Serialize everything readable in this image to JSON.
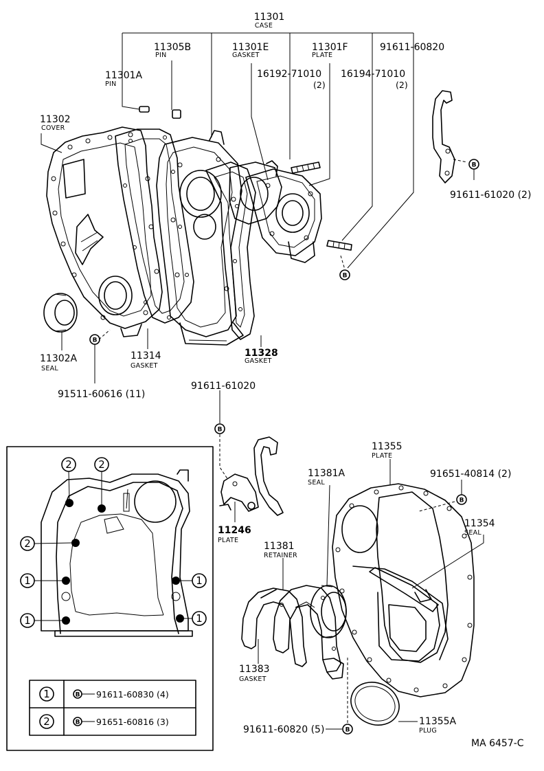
{
  "bolt_symbol": "B",
  "labels": {
    "case": {
      "num": "11301",
      "name": "CASE"
    },
    "pin_b": {
      "num": "11305B",
      "name": "PIN"
    },
    "gasket_e": {
      "num": "11301E",
      "name": "GASKET"
    },
    "plate_f": {
      "num": "11301F",
      "name": "PLATE"
    },
    "bolt_top": {
      "num": "91611-60820"
    },
    "pin_a": {
      "num": "11301A",
      "name": "PIN"
    },
    "stud1": {
      "num": "16192-71010",
      "qty": "(2)"
    },
    "stud2": {
      "num": "16194-71010",
      "qty": "(2)"
    },
    "cover": {
      "num": "11302",
      "name": "COVER"
    },
    "hook_bolt": {
      "num": "91611-61020 (2)"
    },
    "seal_a": {
      "num": "11302A",
      "name": "SEAL"
    },
    "gasket_14": {
      "num": "11314",
      "name": "GASKET"
    },
    "gasket_28": {
      "num": "11328",
      "name": "GASKET"
    },
    "bolt_cover": {
      "num": "91511-60616 (11)"
    },
    "bolt_mid": {
      "num": "91611-61020"
    },
    "plate_46": {
      "num": "11246",
      "name": "PLATE"
    },
    "plate_55": {
      "num": "11355",
      "name": "PLATE"
    },
    "seal_81a": {
      "num": "11381A",
      "name": "SEAL"
    },
    "bolt_plate": {
      "num": "91651-40814 (2)"
    },
    "seal_54": {
      "num": "11354",
      "name": "SEAL"
    },
    "retainer": {
      "num": "11381",
      "name": "RETAINER"
    },
    "gasket_83": {
      "num": "11383",
      "name": "GASKET"
    },
    "bolt_bottom": {
      "num": "91611-60820 (5)"
    },
    "plug": {
      "num": "11355A",
      "name": "PLUG"
    }
  },
  "legend": {
    "rows": [
      {
        "mark": "1",
        "part": "91611-60830 (4)"
      },
      {
        "mark": "2",
        "part": "91651-60816 (3)"
      }
    ]
  },
  "inset_marks": {
    "one": "1",
    "two": "2"
  },
  "drawing_code": "MA  6457-C"
}
